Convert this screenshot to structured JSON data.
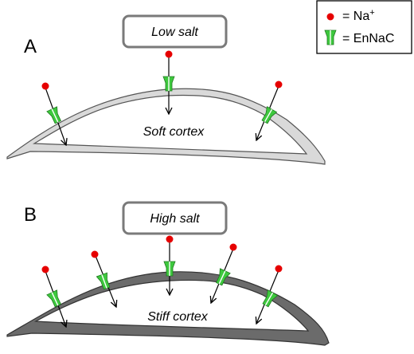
{
  "legend": {
    "sodium_symbol": "= Na",
    "sodium_superscript": "+",
    "channel_label": "= EnNaC",
    "sodium_color": "#e60000",
    "channel_color": "#3ec83e"
  },
  "panel_a": {
    "letter": "A",
    "condition": "Low salt",
    "cortex_label": "Soft cortex",
    "cortex_fill": "#d9d9d9"
  },
  "panel_b": {
    "letter": "B",
    "condition": "High salt",
    "cortex_label": "Stiff cortex",
    "cortex_fill": "#6b6b6b"
  }
}
